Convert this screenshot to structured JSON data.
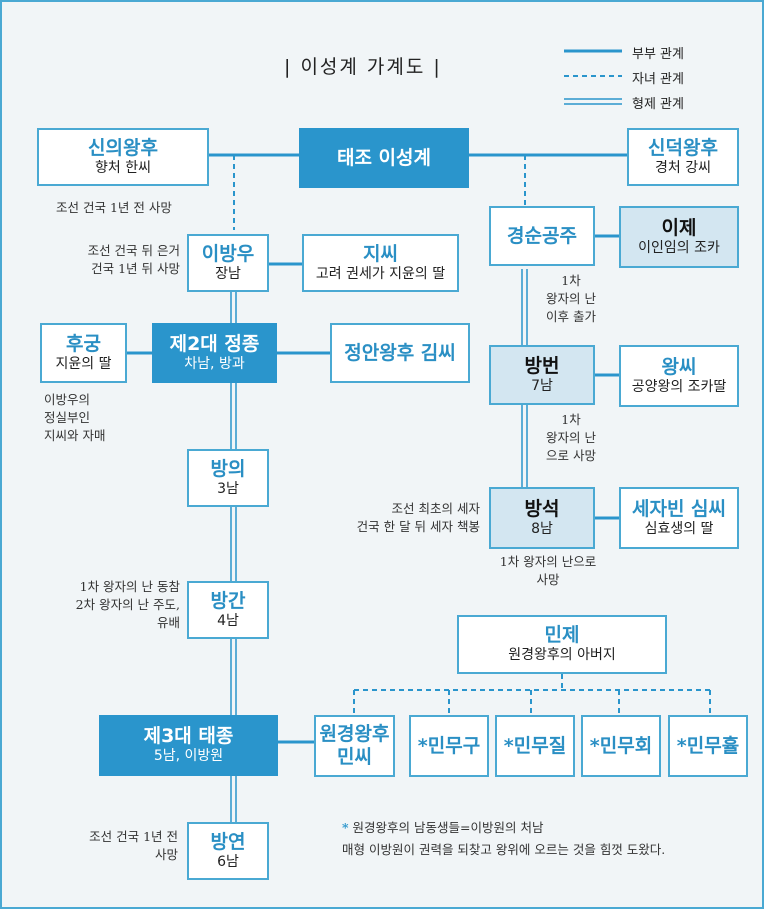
{
  "title": "| 이성계 가계도 |",
  "legend": {
    "marriage": "부부 관계",
    "child": "자녀 관계",
    "sibling": "형제 관계"
  },
  "people": {
    "taejo": {
      "name": "태조 이성계"
    },
    "sinui": {
      "name": "신의왕후",
      "sub": "향처 한씨"
    },
    "sindeok": {
      "name": "신덕왕후",
      "sub": "경처 강씨"
    },
    "bangwoo": {
      "name": "이방우",
      "sub": "장남"
    },
    "jissi": {
      "name": "지씨",
      "sub": "고려 권세가 지윤의 딸"
    },
    "hugung": {
      "name": "후궁",
      "sub": "지윤의 딸"
    },
    "jeongjong": {
      "name": "제2대 정종",
      "sub": "차남, 방과"
    },
    "jeongan": {
      "name": "정안왕후 김씨"
    },
    "bangui": {
      "name": "방의",
      "sub": "3남"
    },
    "banggan": {
      "name": "방간",
      "sub": "4남"
    },
    "taejong": {
      "name": "제3대 태종",
      "sub": "5남, 이방원"
    },
    "wongyeong": {
      "name": "원경왕후",
      "name2": "민씨"
    },
    "bangyeon": {
      "name": "방연",
      "sub": "6남"
    },
    "gyeongsun": {
      "name": "경순공주"
    },
    "ije": {
      "name": "이제",
      "sub": "이인임의 조카"
    },
    "bangbeon": {
      "name": "방번",
      "sub": "7남"
    },
    "wangssi": {
      "name": "왕씨",
      "sub": "공양왕의 조카딸"
    },
    "bangseok": {
      "name": "방석",
      "sub": "8남"
    },
    "simssi": {
      "name": "세자빈 심씨",
      "sub": "심효생의 딸"
    },
    "minje": {
      "name": "민제",
      "sub": "원경왕후의 아버지"
    },
    "mingu": {
      "name": "*민무구"
    },
    "minjil": {
      "name": "*민무질"
    },
    "minhoe": {
      "name": "*민무회"
    },
    "minhyul": {
      "name": "*민무휼"
    }
  },
  "notes": {
    "sinui_death": "조선 건국 1년 전 사망",
    "bangwoo_note": [
      "조선 건국 뒤 은거",
      "건국 1년 뒤 사망"
    ],
    "hugung_note": [
      "이방우의",
      "정실부인",
      "지씨와 자매"
    ],
    "gyeongsun_note": [
      "1차",
      "왕자의 난",
      "이후 출가"
    ],
    "bangbeon_note": [
      "1차",
      "왕자의 난",
      "으로 사망"
    ],
    "bangseok_note": [
      "조선 최초의 세자",
      "건국 한 달 뒤 세자 책봉"
    ],
    "bangseok_death": [
      "1차 왕자의 난으로",
      "사망"
    ],
    "banggan_note": [
      "1차 왕자의 난 동참",
      "2차 왕자의 난 주도,",
      "유배"
    ],
    "bangyeon_note": [
      "조선 건국 1년 전",
      "사망"
    ]
  },
  "footnote": {
    "star": "*",
    "line1": "원경왕후의 남동생들=이방원의 처남",
    "line2": "매형 이방원이 권력을 되찾고 왕위에 오르는 것을 힘껏 도왔다."
  },
  "colors": {
    "accent": "#2a95cc",
    "border": "#4aa9d3",
    "light": "#d3e6f1",
    "background": "#f1f5f7"
  }
}
